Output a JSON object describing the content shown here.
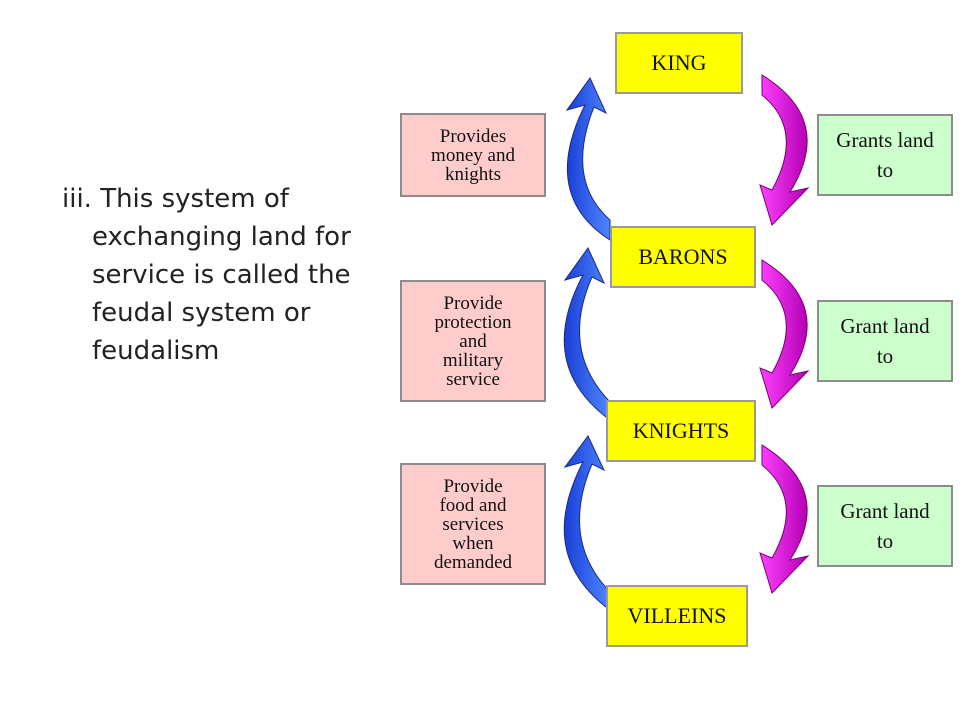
{
  "text": {
    "bullet": "iii. This system of exchanging land for service is called the feudal system or feudalism"
  },
  "ranks": [
    "KING",
    "BARONS",
    "KNIGHTS",
    "VILLEINS"
  ],
  "obligations": [
    "Provides\nmoney and\nknights",
    "Provide\nprotection\nand\nmilitary\nservice",
    "Provide\nfood and\nservices\nwhen\ndemanded"
  ],
  "grants": [
    "Grants land\nto",
    "Grant land\nto",
    "Grant land\nto"
  ],
  "colors": {
    "rank_fill": "#ffff00",
    "obligation_fill": "#ffcccc",
    "grant_fill": "#ccffcc",
    "up_arrow": "#3366ff",
    "down_arrow": "#ff33ff"
  }
}
